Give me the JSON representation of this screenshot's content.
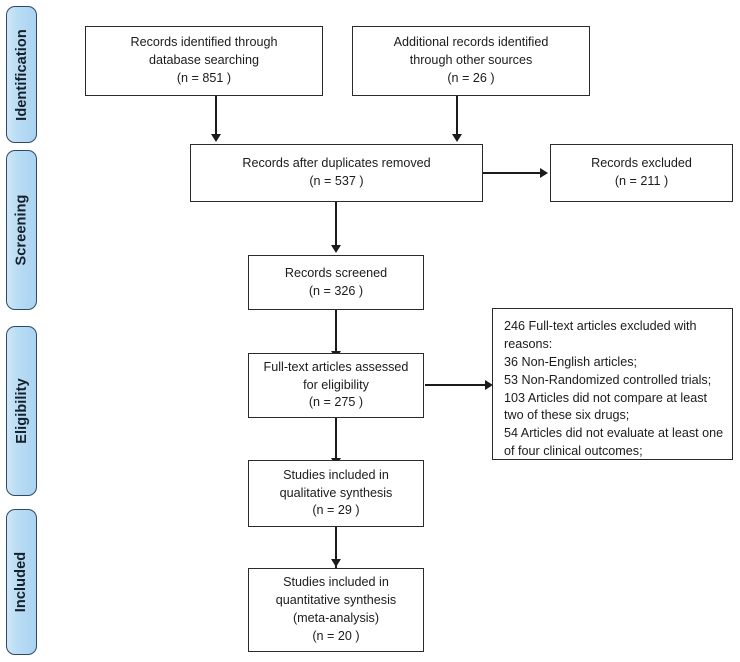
{
  "diagram": {
    "title": "PRISMA flow diagram",
    "background_color": "#ffffff",
    "box_border_color": "#2b2b2b",
    "tab_fill_color": "#b9dcf4",
    "tab_border_color": "#2e4a66",
    "connector_color": "#1b1b1b"
  },
  "stages": [
    {
      "label": "Identification"
    },
    {
      "label": "Screening"
    },
    {
      "label": "Eligibility"
    },
    {
      "label": "Included"
    }
  ],
  "boxes": {
    "records_identified": {
      "lines": [
        "Records identified through",
        "database searching",
        "(n =  851 )"
      ]
    },
    "additional_records": {
      "lines": [
        "Additional records identified",
        "through other sources",
        "(n =  26 )"
      ]
    },
    "duplicates_removed": {
      "lines": [
        "Records after duplicates removed",
        "(n = 537  )"
      ]
    },
    "records_excluded": {
      "lines": [
        "Records excluded",
        "(n = 211  )"
      ]
    },
    "records_screened": {
      "lines": [
        "Records screened",
        "(n = 326  )"
      ]
    },
    "fulltext_assessed": {
      "lines": [
        "Full-text articles assessed",
        "for eligibility",
        "(n = 275  )"
      ]
    },
    "fulltext_excluded": {
      "lines": [
        "246 Full-text articles excluded with reasons:",
        "36 Non-English articles;",
        "53 Non-Randomized controlled trials;",
        "103 Articles did not compare at least two of these six drugs;",
        "54 Articles did not evaluate at least one of four clinical outcomes;"
      ]
    },
    "qualitative_synthesis": {
      "lines": [
        "Studies included in",
        "qualitative synthesis",
        "(n = 29  )"
      ]
    },
    "quantitative_synthesis": {
      "lines": [
        "Studies included in",
        "quantitative synthesis",
        "(meta-analysis)",
        "(n = 20  )"
      ]
    }
  }
}
